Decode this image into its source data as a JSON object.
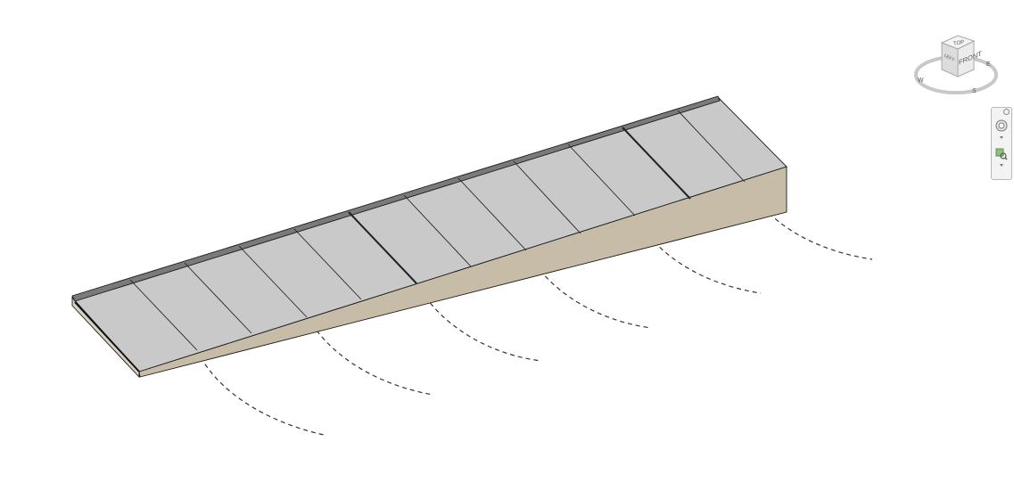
{
  "app": {
    "view": "3D view"
  },
  "viewcube": {
    "top_label": "TOP",
    "front_label": "FRONT",
    "left_label": "LEFT",
    "compass": {
      "west": "W",
      "south": "S",
      "east": "E"
    }
  },
  "navigation_bar": {
    "tools": [
      {
        "name": "steering-wheel",
        "has_dropdown": true
      },
      {
        "name": "zoom-region",
        "has_dropdown": true
      }
    ]
  },
  "model": {
    "element": "sloped roof / ramp",
    "panel_count": 12,
    "colors": {
      "top_face": "#c9c9c9",
      "side_face": "#c6bca7",
      "edge": "#1a1a1a",
      "dashed_curve": "#333333"
    }
  }
}
